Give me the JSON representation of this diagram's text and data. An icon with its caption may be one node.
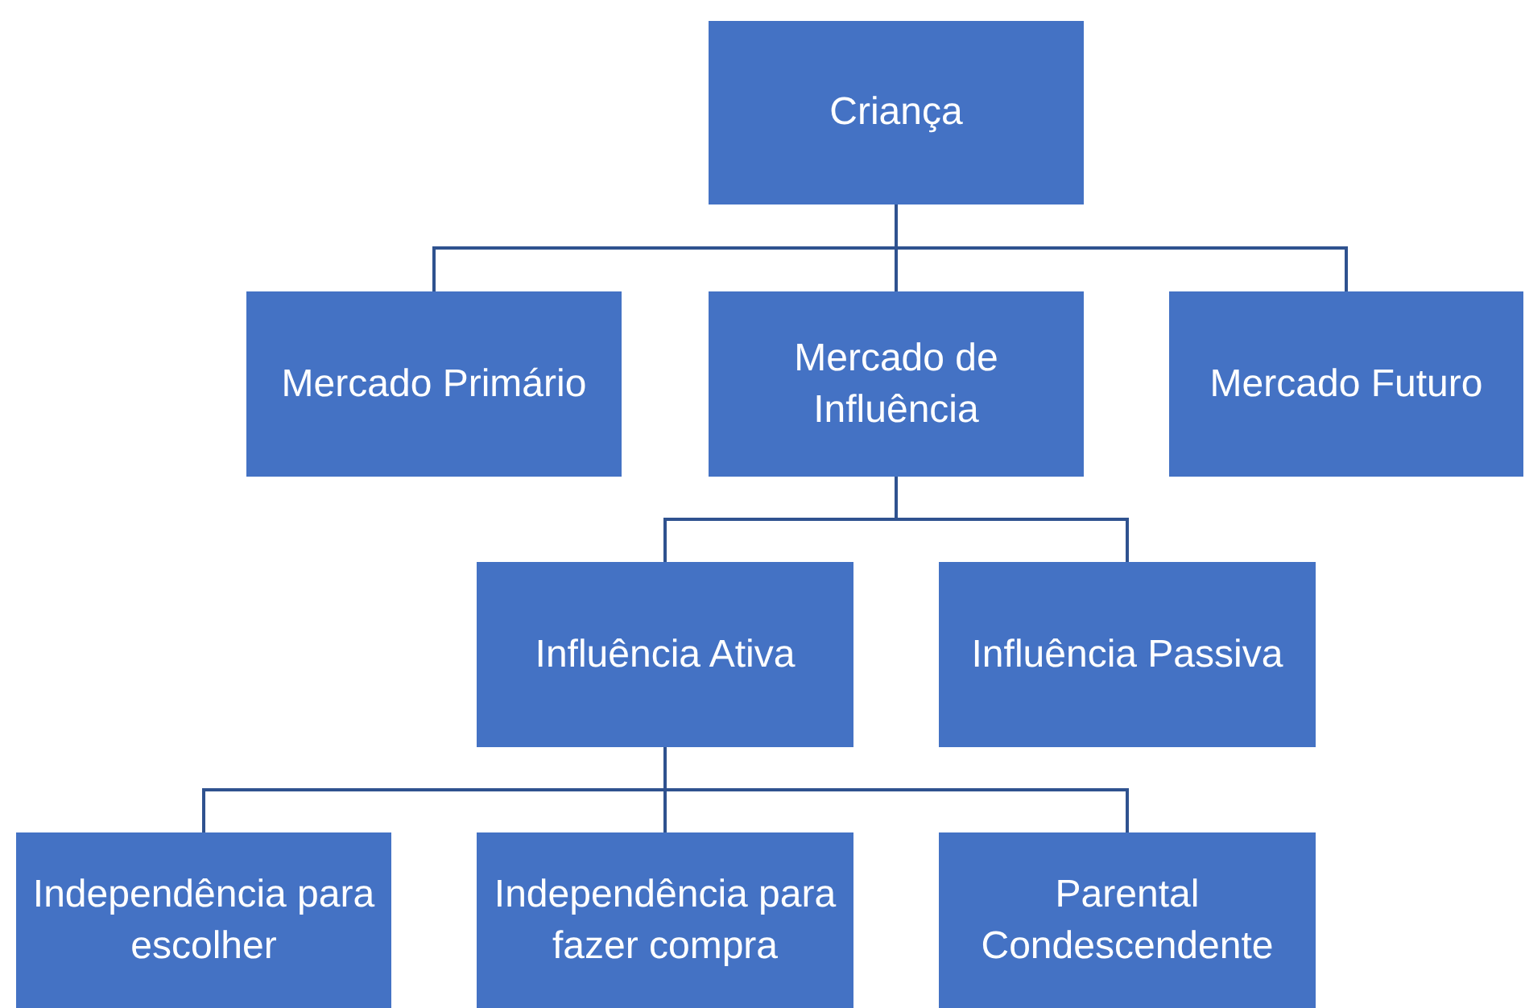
{
  "diagram": {
    "nodes": [
      {
        "text": [
          "Criança"
        ]
      },
      {
        "text": [
          "Mercado Primário"
        ]
      },
      {
        "text": [
          "Mercado de Influência"
        ]
      },
      {
        "text": [
          "Mercado Futuro"
        ]
      },
      {
        "text": [
          "Influência Ativa"
        ]
      },
      {
        "text": [
          "Influência Passiva"
        ]
      },
      {
        "text": [
          "Independência para escolher"
        ]
      },
      {
        "text": [
          "Independência para fazer compra"
        ]
      },
      {
        "text": [
          "Parental Condescendente"
        ]
      }
    ],
    "edges": [
      {
        "from": 0,
        "to": 1,
        "arrow": "none"
      },
      {
        "from": 0,
        "to": 2,
        "arrow": "none"
      },
      {
        "from": 0,
        "to": 3,
        "arrow": "none"
      },
      {
        "from": 2,
        "to": 4,
        "arrow": "none"
      },
      {
        "from": 2,
        "to": 5,
        "arrow": "none"
      },
      {
        "from": 4,
        "to": 6,
        "arrow": "none"
      },
      {
        "from": 4,
        "to": 7,
        "arrow": "none"
      },
      {
        "from": 4,
        "to": 8,
        "arrow": "none"
      }
    ]
  }
}
